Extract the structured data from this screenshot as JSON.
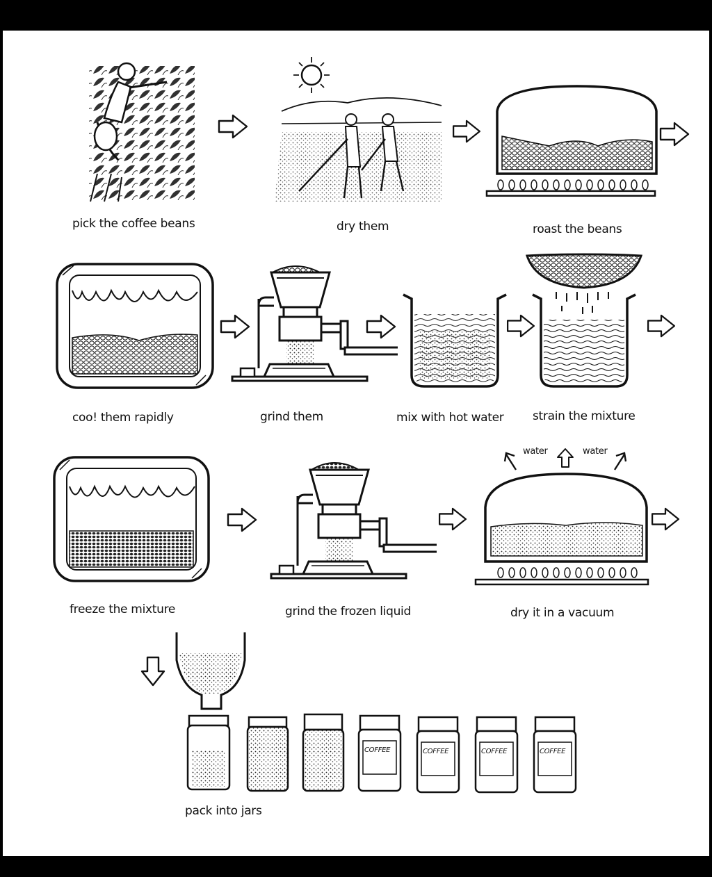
{
  "steps": [
    {
      "id": "pick",
      "label": "pick the coffee beans"
    },
    {
      "id": "dry",
      "label": "dry them"
    },
    {
      "id": "roast",
      "label": "roast the beans"
    },
    {
      "id": "cool",
      "label": "coo! them rapidly"
    },
    {
      "id": "grind1",
      "label": "grind them"
    },
    {
      "id": "mix",
      "label": "mix with hot water"
    },
    {
      "id": "strain",
      "label": "strain the mixture"
    },
    {
      "id": "freeze",
      "label": "freeze the mixture"
    },
    {
      "id": "grind2",
      "label": "grind the frozen liquid"
    },
    {
      "id": "vacuum",
      "label": "dry it in a vacuum"
    },
    {
      "id": "pack",
      "label": "pack into jars"
    }
  ],
  "vacuum_labels": {
    "left": "water",
    "right": "water"
  },
  "jar_label": "COFFEE",
  "icons": [
    "arrow-right-icon",
    "arrow-down-icon",
    "arrow-up-icon"
  ],
  "colors": {
    "ink": "#111111",
    "paper": "#ffffff",
    "frame": "#000000"
  }
}
